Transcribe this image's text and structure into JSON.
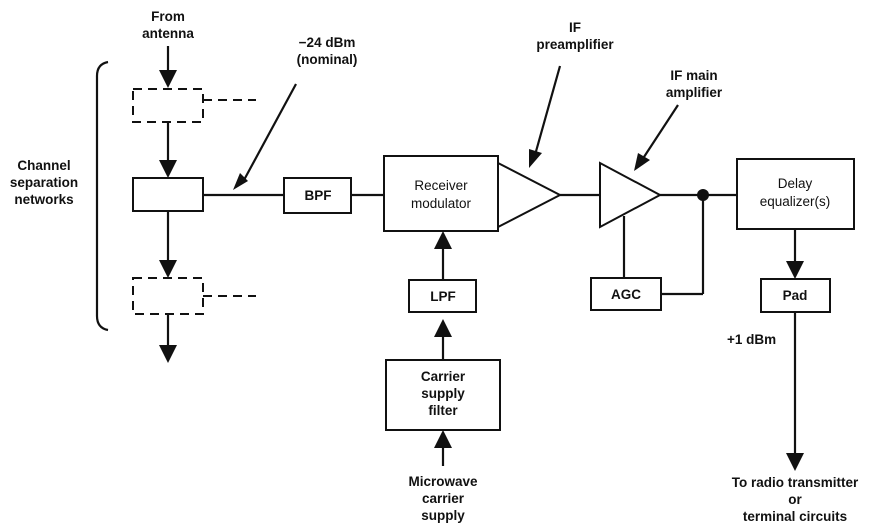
{
  "labels": {
    "from_antenna": [
      "From",
      "antenna"
    ],
    "level_in": [
      "−24 dBm",
      "(nominal)"
    ],
    "channel_sep": [
      "Channel",
      "separation",
      "networks"
    ],
    "if_pre": [
      "IF",
      "preamplifier"
    ],
    "if_main": [
      "IF main",
      "amplifier"
    ],
    "bpf": "BPF",
    "receiver_mod": [
      "Receiver",
      "modulator"
    ],
    "lpf": "LPF",
    "carrier_filter": [
      "Carrier",
      "supply",
      "filter"
    ],
    "microwave": [
      "Microwave",
      "carrier",
      "supply"
    ],
    "agc": "AGC",
    "delay_eq": [
      "Delay",
      "equalizer(s)"
    ],
    "pad": "Pad",
    "level_out": "+1 dBm",
    "to_radio": [
      "To radio transmitter",
      "or",
      "terminal circuits"
    ]
  }
}
